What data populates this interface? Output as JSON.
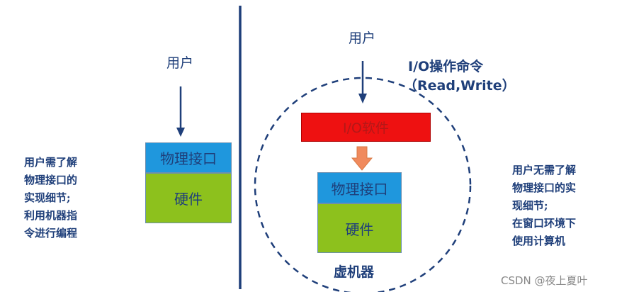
{
  "left": {
    "user_label": "用户",
    "physical_interface": "物理接口",
    "hardware": "硬件",
    "note_lines": [
      "用户需了解",
      "物理接口的",
      "实现细节;",
      "利用机器指",
      "令进行编程"
    ]
  },
  "right": {
    "user_label": "用户",
    "io_command": "I/O操作命令",
    "io_command_sub": "（Read,Write）",
    "io_software": "I/O软件",
    "physical_interface": "物理接口",
    "hardware": "硬件",
    "vm_label": "虚机器",
    "note_lines": [
      "用户无需了解",
      "物理接口的实",
      "现细节;",
      "在窗口环境下",
      "使用计算机"
    ]
  },
  "watermark": "CSDN @夜上夏叶",
  "colors": {
    "blue": "#1f97dd",
    "green": "#8dc11d",
    "red": "#ee1111",
    "navy": "#1f3f7a",
    "arrow_orange": "#f08a5d"
  }
}
